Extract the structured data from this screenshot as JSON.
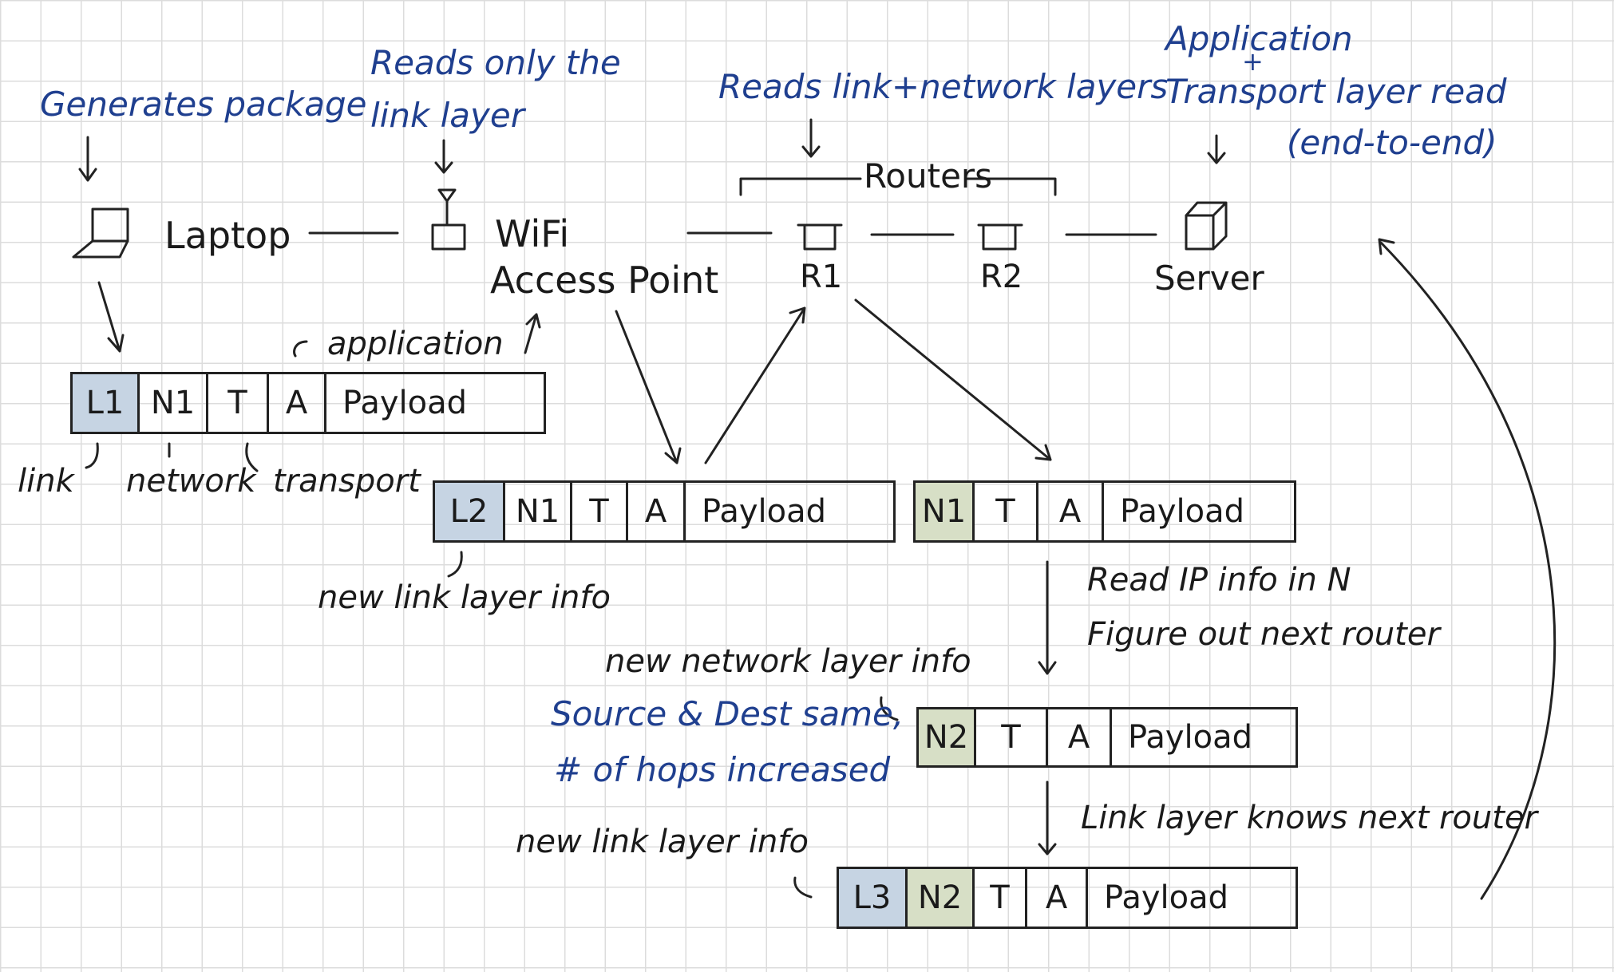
{
  "annotations": {
    "generates": "Generates package",
    "reads_link_1": "Reads only the",
    "reads_link_2": "link layer",
    "reads_net": "Reads link+network layers",
    "app_1": "Application",
    "app_plus": "+",
    "app_2": "Transport layer read",
    "app_3": "(end-to-end)",
    "source_dest": "Source & Dest same,",
    "hops": "# of hops increased"
  },
  "devices": {
    "laptop": "Laptop",
    "wifi_1": "WiFi",
    "wifi_2": "Access Point",
    "routers": "Routers",
    "r1": "R1",
    "r2": "R2",
    "server": "Server"
  },
  "labels": {
    "application": "application",
    "link": "link",
    "network": "network",
    "transport": "transport",
    "new_link_1": "new link layer info",
    "new_network": "new network layer info",
    "new_link_2": "new link layer info",
    "read_ip": "Read IP info in N",
    "figure_out": "Figure out next router",
    "link_knows": "Link layer knows next router"
  },
  "packets": {
    "p1": [
      "L1",
      "N1",
      "T",
      "A",
      "Payload"
    ],
    "p2": [
      "L2",
      "N1",
      "T",
      "A",
      "Payload"
    ],
    "p3": [
      "N1",
      "T",
      "A",
      "Payload"
    ],
    "p4": [
      "N2",
      "T",
      "A",
      "Payload"
    ],
    "p5": [
      "L3",
      "N2",
      "T",
      "A",
      "Payload"
    ]
  },
  "colors": {
    "annotation_blue": "#1f3f8f",
    "link_highlight": "#c6d4e3",
    "network_highlight": "#d7dfc6"
  }
}
